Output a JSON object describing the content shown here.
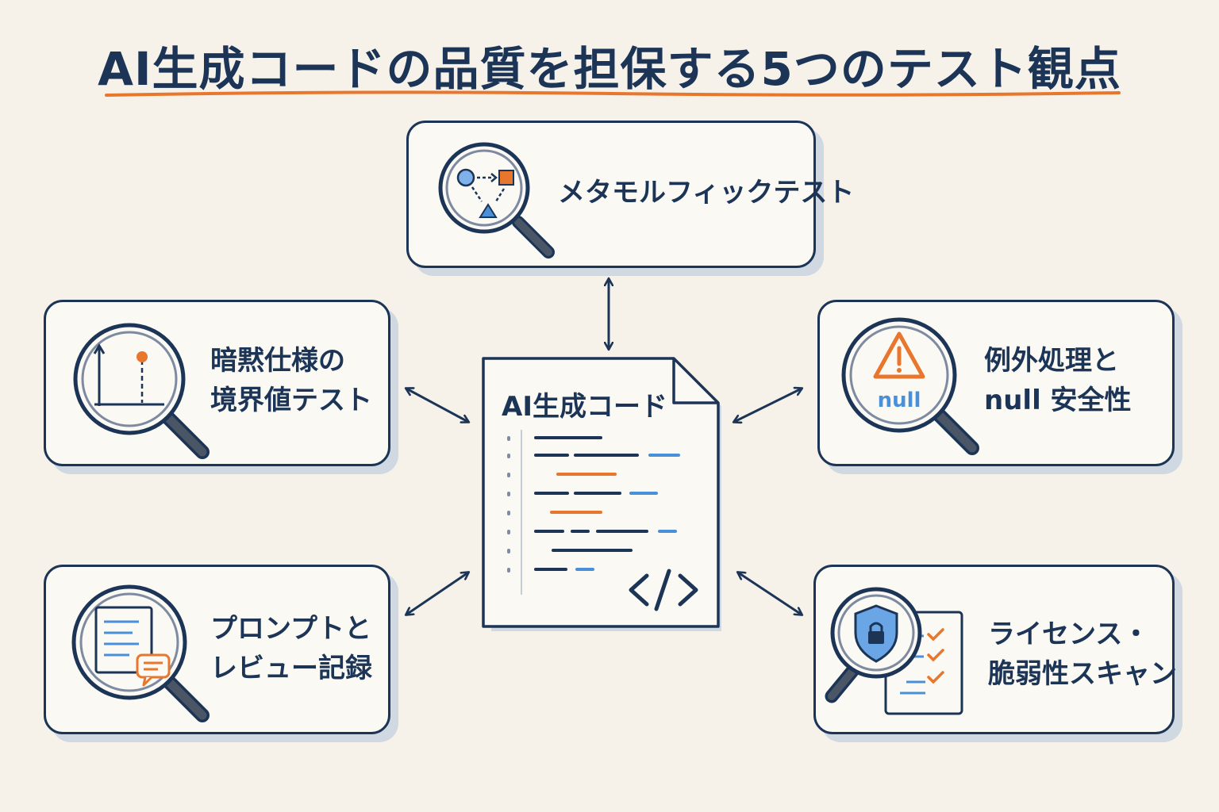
{
  "title": "AI生成コードの品質を担保する5つのテスト観点",
  "center": {
    "label": "AI生成コード"
  },
  "cards": [
    {
      "id": "metamorphic",
      "lines": [
        "メタモルフィックテスト"
      ]
    },
    {
      "id": "boundary",
      "lines": [
        "暗黙仕様の",
        "境界値テスト"
      ]
    },
    {
      "id": "exception",
      "lines": [
        "例外処理と",
        "null 安全性"
      ]
    },
    {
      "id": "prompt",
      "lines": [
        "プロンプトと",
        "レビュー記録"
      ]
    },
    {
      "id": "license",
      "lines": [
        "ライセンス・",
        "脆弱性スキャン"
      ]
    }
  ],
  "icons": {
    "metamorphic": "magnifier-shapes-icon",
    "boundary": "magnifier-graph-icon",
    "exception": "magnifier-warning-icon",
    "exception_text": "null",
    "prompt": "magnifier-document-chat-icon",
    "license": "magnifier-shield-lock-checklist-icon",
    "center": "code-icon"
  },
  "colors": {
    "navy": "#1c3557",
    "orange": "#e8762c",
    "blue": "#4a90d9",
    "paper": "#f6f2ea"
  }
}
